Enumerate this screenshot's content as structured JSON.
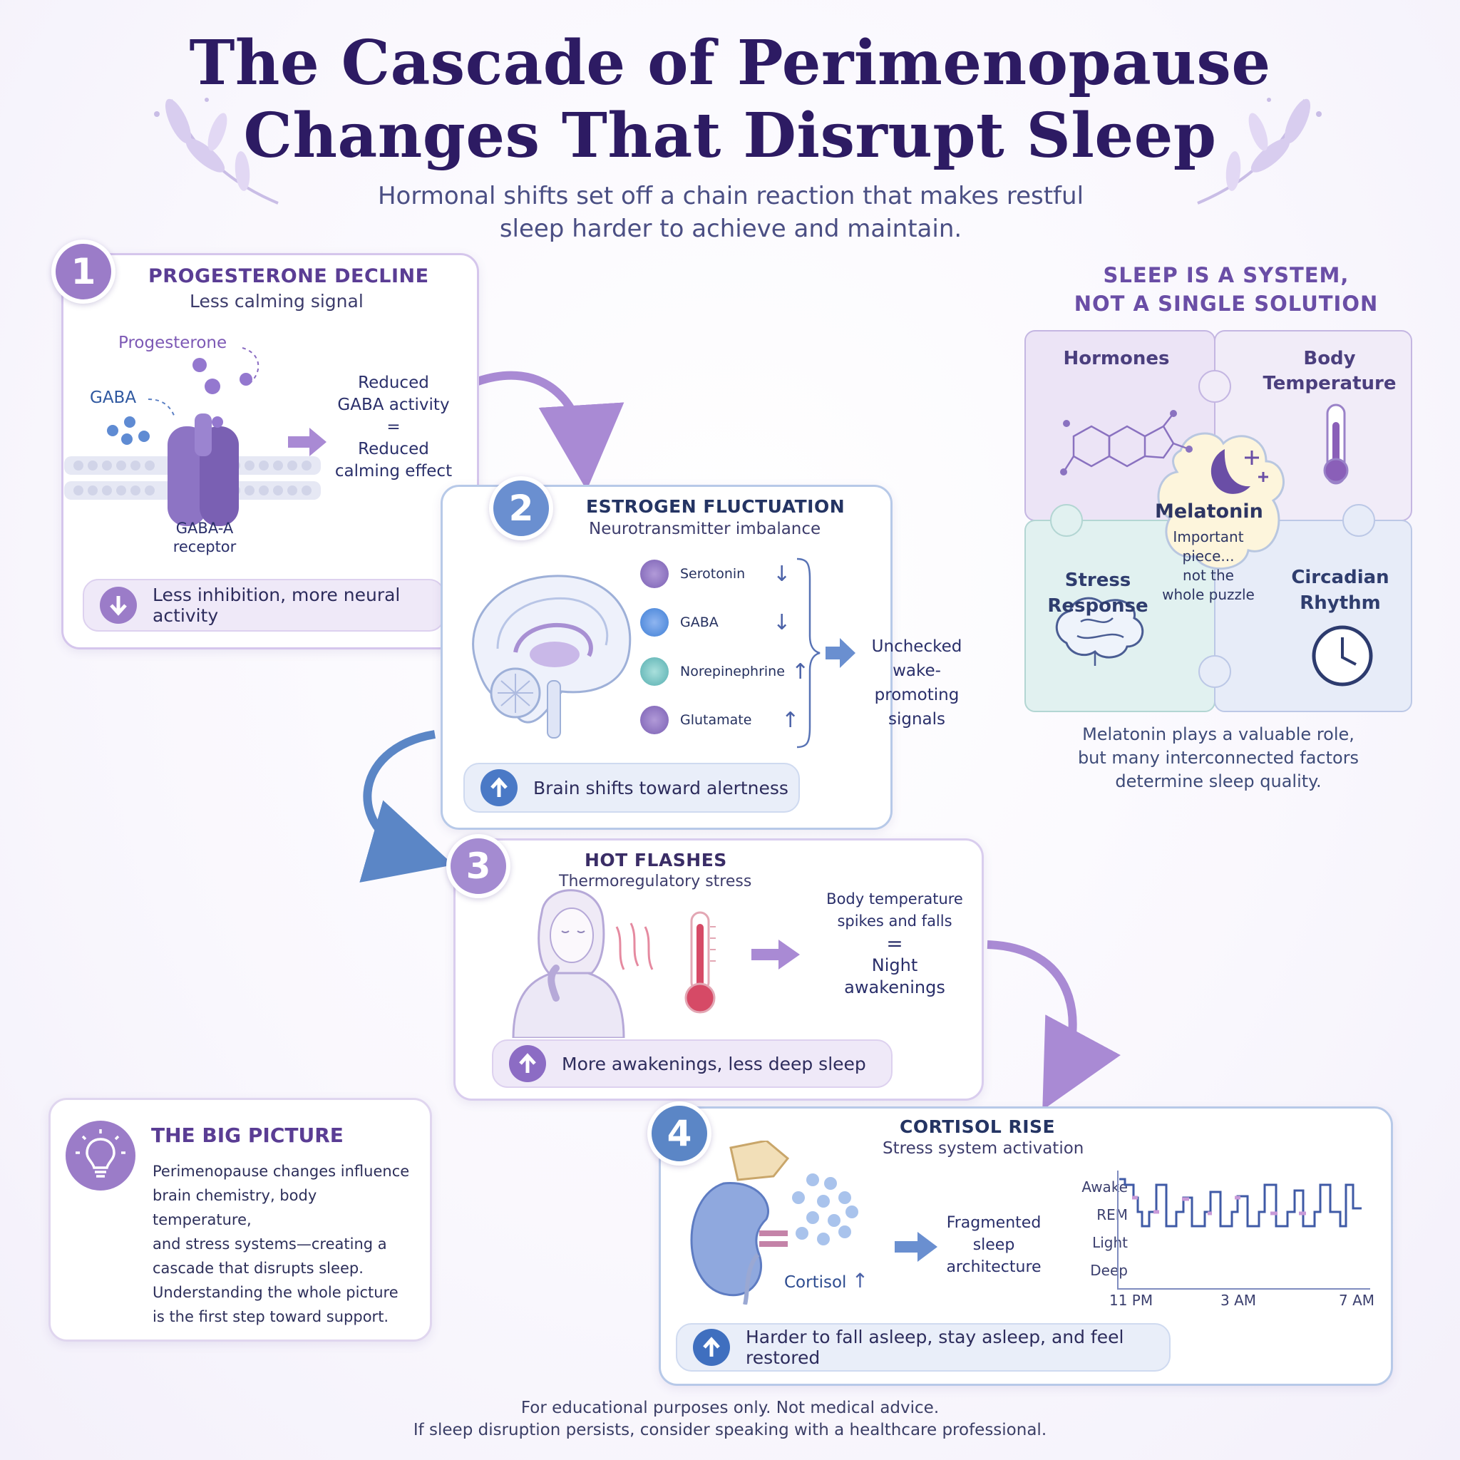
{
  "header": {
    "title_line1": "The Cascade of Perimenopause",
    "title_line2": "Changes That Disrupt Sleep",
    "subtitle_line1": "Hormonal shifts set off a chain reaction that makes restful",
    "subtitle_line2": "sleep harder to achieve and maintain."
  },
  "colors": {
    "primary_purple": "#9b7cc8",
    "blue": "#5b86c6",
    "title_ink": "#2d1b63"
  },
  "step1": {
    "number": "1",
    "title": "PROGESTERONE DECLINE",
    "subtitle": "Less calming signal",
    "label_progesterone": "Progesterone",
    "label_gaba": "GABA",
    "label_receptor_1": "GABA-A",
    "label_receptor_2": "receptor",
    "result_1": "Reduced",
    "result_2": "GABA activity",
    "result_eq": "=",
    "result_3": "Reduced",
    "result_4": "calming effect",
    "pill": "Less inhibition, more neural activity"
  },
  "step2": {
    "number": "2",
    "title": "ESTROGEN FLUCTUATION",
    "subtitle": "Neurotransmitter imbalance",
    "neurotransmitters": [
      {
        "name": "Serotonin",
        "direction": "↓"
      },
      {
        "name": "GABA",
        "direction": "↓"
      },
      {
        "name": "Norepinephrine",
        "direction": "↑"
      },
      {
        "name": "Glutamate",
        "direction": "↑"
      }
    ],
    "result_1": "Unchecked",
    "result_2": "wake-promoting",
    "result_3": "signals",
    "pill": "Brain shifts toward alertness"
  },
  "step3": {
    "number": "3",
    "title": "HOT FLASHES",
    "subtitle": "Thermoregulatory stress",
    "result_1": "Body temperature",
    "result_2": "spikes and falls",
    "result_eq": "=",
    "result_3": "Night",
    "result_4": "awakenings",
    "pill": "More awakenings, less deep sleep"
  },
  "step4": {
    "number": "4",
    "title": "CORTISOL RISE",
    "subtitle": "Stress system activation",
    "cortisol_label": "Cortisol",
    "result_1": "Fragmented",
    "result_2": "sleep",
    "result_3": "architecture",
    "hypnogram": {
      "stages": [
        "Awake",
        "REM",
        "Light",
        "Deep"
      ],
      "x_ticks": [
        "11 PM",
        "3 AM",
        "7 AM"
      ]
    },
    "pill": "Harder to fall asleep, stay asleep, and feel restored"
  },
  "system": {
    "title_1": "SLEEP IS A SYSTEM,",
    "title_2": "NOT A SINGLE SOLUTION",
    "hormones": "Hormones",
    "body_temp_1": "Body",
    "body_temp_2": "Temperature",
    "stress_1": "Stress",
    "stress_2": "Response",
    "circadian_1": "Circadian",
    "circadian_2": "Rhythm",
    "melatonin": "Melatonin",
    "melatonin_note_1": "Important",
    "melatonin_note_2": "piece...",
    "melatonin_note_3": "not the",
    "melatonin_note_4": "whole puzzle",
    "caption_1": "Melatonin plays a valuable role,",
    "caption_2": "but many interconnected factors",
    "caption_3": "determine sleep quality."
  },
  "big_picture": {
    "title": "THE BIG PICTURE",
    "lines": [
      "Perimenopause changes influence",
      "brain chemistry, body temperature,",
      "and stress systems—creating a",
      "cascade that disrupts sleep.",
      "Understanding the whole picture",
      "is the first step toward support."
    ]
  },
  "footer": {
    "line1": "For educational purposes only. Not medical advice.",
    "line2": "If sleep disruption persists, consider speaking with a healthcare professional."
  }
}
